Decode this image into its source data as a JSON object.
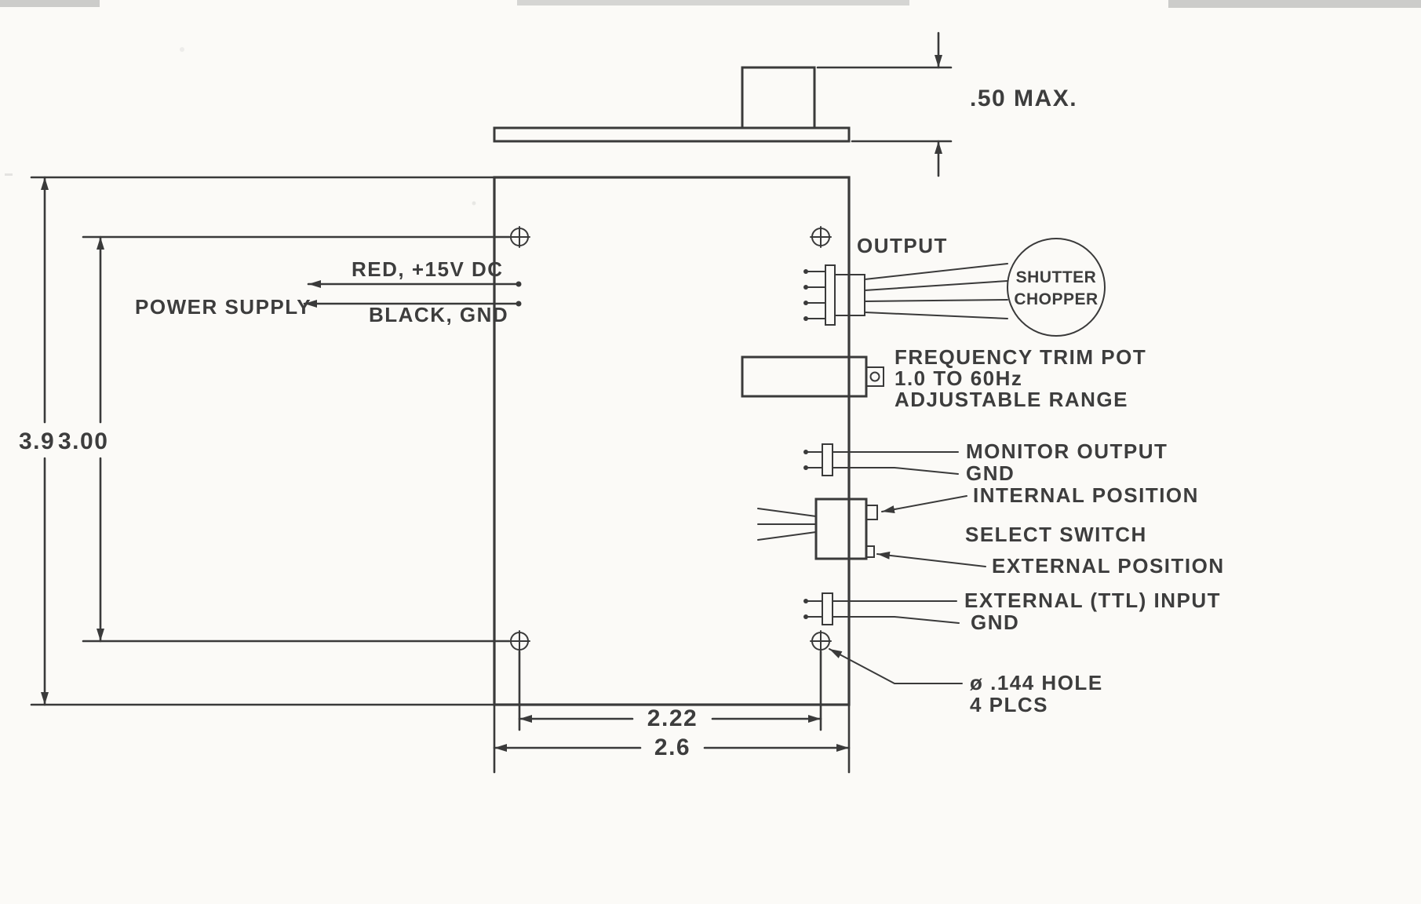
{
  "colors": {
    "ink": "#3a3a3a",
    "paper": "#fbfaf7"
  },
  "side_view": {
    "max_height": ".50 MAX."
  },
  "dimensions": {
    "outer_height": "3.9",
    "inner_height": "3.00",
    "hole_spacing": "2.22",
    "board_width": "2.6"
  },
  "power": {
    "supply": "POWER SUPPLY",
    "red_wire": "RED, +15V DC",
    "black_wire": "BLACK, GND"
  },
  "output": {
    "label": "OUTPUT",
    "device_line1": "SHUTTER",
    "device_line2": "CHOPPER"
  },
  "trim_pot": {
    "line1": "FREQUENCY TRIM POT",
    "line2": "1.0 TO 60Hz",
    "line3": "ADJUSTABLE RANGE"
  },
  "monitor": {
    "label": "MONITOR OUTPUT",
    "gnd": "GND"
  },
  "select_switch": {
    "internal": "INTERNAL POSITION",
    "label": "SELECT SWITCH",
    "external": "EXTERNAL POSITION"
  },
  "ttl": {
    "label": "EXTERNAL (TTL) INPUT",
    "gnd": "GND"
  },
  "hole_note": {
    "line1": "ø .144 HOLE",
    "line2": "4 PLCS"
  }
}
